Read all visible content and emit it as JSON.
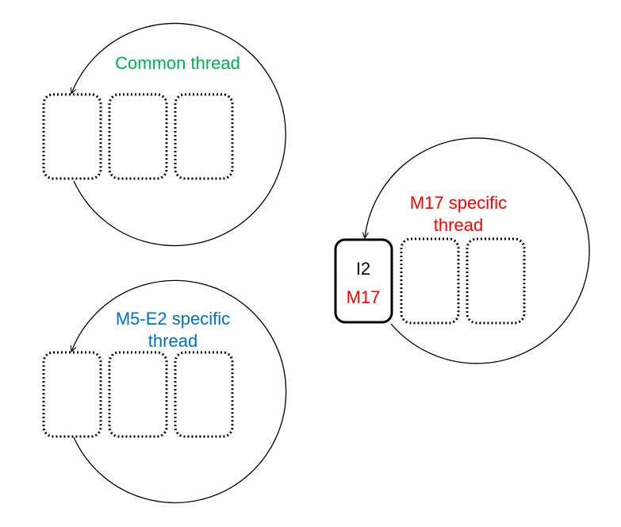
{
  "colors": {
    "common": "#00b050",
    "m5e2": "#0070c0",
    "m17": "#ff0000",
    "ink": "#000000"
  },
  "threads": {
    "common": {
      "label_line1": "Common thread"
    },
    "m5e2": {
      "label_line1": "M5-E2 specific",
      "label_line2": "thread"
    },
    "m17": {
      "label_line1": "M17 specific",
      "label_line2": "thread"
    }
  },
  "active_slot": {
    "line1": "I2",
    "line2": "M17"
  }
}
